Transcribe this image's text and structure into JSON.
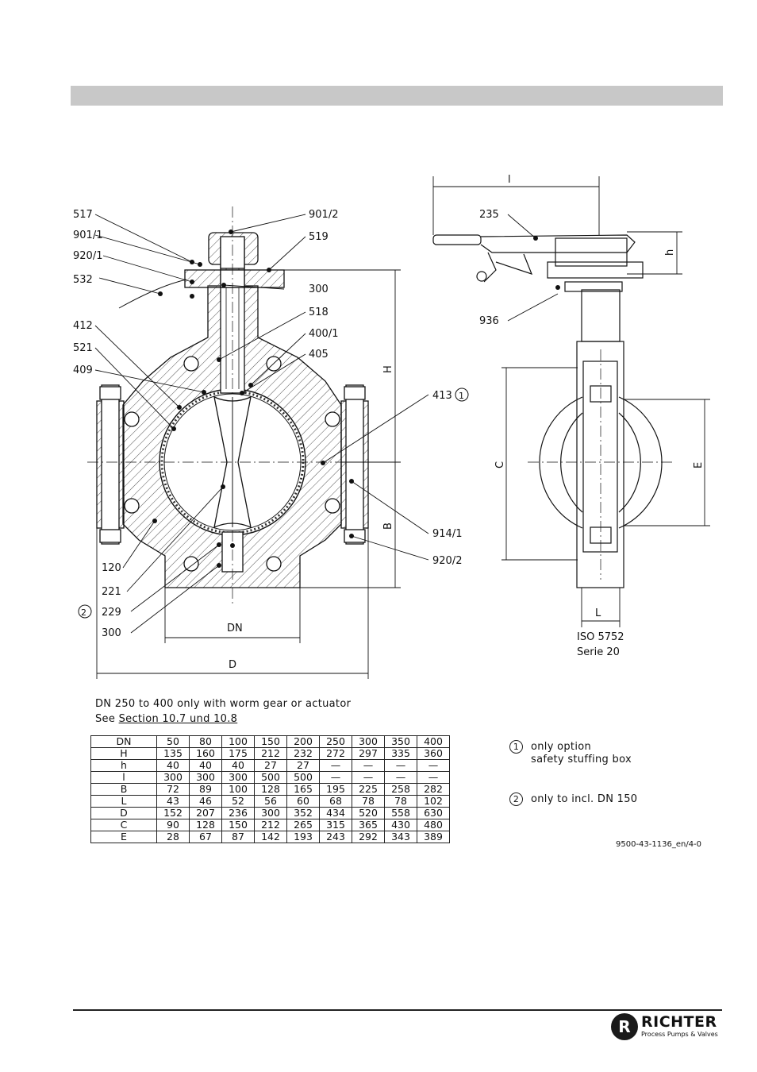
{
  "labels": {
    "p517": "517",
    "p901_1": "901/1",
    "p920_1": "920/1",
    "p532": "532",
    "p412": "412",
    "p521": "521",
    "p409": "409",
    "p120": "120",
    "p221": "221",
    "p229": "229",
    "p300b": "300",
    "p901_2": "901/2",
    "p519": "519",
    "p300": "300",
    "p518": "518",
    "p400_1": "400/1",
    "p405": "405",
    "p413": "413",
    "p914_1": "914/1",
    "p920_2": "920/2",
    "p235": "235",
    "p936": "936",
    "dim_H": "H",
    "dim_B": "B",
    "dim_DN": "DN",
    "dim_D": "D",
    "dim_l": "l",
    "dim_h": "h",
    "dim_C": "C",
    "dim_E": "E",
    "dim_L": "L",
    "circ1": "1",
    "circ2": "2",
    "iso": "ISO 5752",
    "serie": "Serie 20"
  },
  "note": {
    "line1": "DN 250 to 400 only with worm gear or actuator",
    "see": "See",
    "link": "Section 10.7 und 10.8"
  },
  "table": {
    "header": [
      "DN",
      "50",
      "80",
      "100",
      "150",
      "200",
      "250",
      "300",
      "350",
      "400"
    ],
    "rows": [
      [
        "H",
        "135",
        "160",
        "175",
        "212",
        "232",
        "272",
        "297",
        "335",
        "360"
      ],
      [
        "h",
        "40",
        "40",
        "40",
        "27",
        "27",
        "—",
        "—",
        "—",
        "—"
      ],
      [
        "l",
        "300",
        "300",
        "300",
        "500",
        "500",
        "—",
        "—",
        "—",
        "—"
      ],
      [
        "B",
        "72",
        "89",
        "100",
        "128",
        "165",
        "195",
        "225",
        "258",
        "282"
      ],
      [
        "L",
        "43",
        "46",
        "52",
        "56",
        "60",
        "68",
        "78",
        "78",
        "102"
      ],
      [
        "D",
        "152",
        "207",
        "236",
        "300",
        "352",
        "434",
        "520",
        "558",
        "630"
      ],
      [
        "C",
        "90",
        "128",
        "150",
        "212",
        "265",
        "315",
        "365",
        "430",
        "480"
      ],
      [
        "E",
        "28",
        "67",
        "87",
        "142",
        "193",
        "243",
        "292",
        "343",
        "389"
      ]
    ]
  },
  "legend": {
    "n1": "1",
    "l1a": "only option",
    "l1b": "safety stuffing box",
    "n2": "2",
    "l2": "only to incl. DN 150"
  },
  "docref": "9500-43-1136_en/4-0",
  "logo": {
    "name": "RICHTER",
    "tagline": "Process Pumps & Valves"
  }
}
